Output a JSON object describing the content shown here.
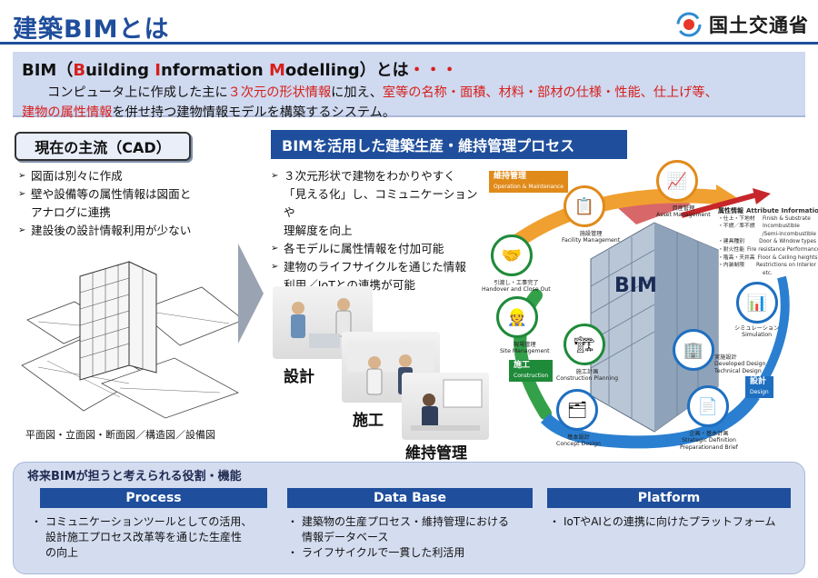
{
  "header": {
    "title": "建築BIMとは",
    "ministry": "国土交通省"
  },
  "definition": {
    "head_prefix": "BIM（",
    "b": "B",
    "uilding": "uilding ",
    "i": "I",
    "nformation": "nformation ",
    "m": "M",
    "odelling": "odelling",
    "head_suffix": "）とは",
    "dots": "・・・",
    "l1_a": "コンピュータ上に作成した主に",
    "l1_red1": "３次元の形状情報",
    "l1_b": "に加え、",
    "l1_red2": "室等の名称・面積、材料・部材の仕様・性能、仕上げ等、",
    "l2_red": "建物の属性情報",
    "l2_b": "を併せ持つ建物情報モデルを構築するシステム。"
  },
  "cad": {
    "title": "現在の主流（CAD）",
    "items": [
      "図面は別々に作成",
      "壁や設備等の属性情報は図面と",
      "アナログに連携",
      "建設後の設計情報利用が少ない"
    ],
    "caption": "平面図・立面図・断面図／構造図／設備図"
  },
  "process": {
    "title": "BIMを活用した建築生産・維持管理プロセス",
    "items": [
      "３次元形状で建物をわかりやすく",
      "「見える化」し、コミュニケーションや",
      "理解度を向上",
      "各モデルに属性情報を付加可能",
      "建物のライフサイクルを通じた情報",
      "利用／IoTとの連携が可能"
    ],
    "scenes": [
      "設計",
      "施工",
      "維持管理"
    ]
  },
  "diagram": {
    "center": "BIM",
    "tags": {
      "maintenance_jp": "維持管理",
      "maintenance_en": "Operation & Maintenance",
      "construction_jp": "施工",
      "construction_en": "Construction",
      "design_jp": "設計",
      "design_en": "Design"
    },
    "nodes": {
      "asset_jp": "資産管理",
      "asset_en": "Asset Management",
      "facility_jp": "施設管理",
      "facility_en": "Facility Management",
      "handover_jp": "引渡し・工事完了",
      "handover_en": "Handover and Close Out",
      "site_jp": "現場管理",
      "site_en": "Site Management",
      "cplan_jp": "施工計画",
      "cplan_en": "Construction Planning",
      "concept_jp": "基本設計",
      "concept_en": "Concept Design",
      "brief_jp": "企画・基本計画",
      "brief_en1": "Strategic Definition",
      "brief_en2": "Preparationand Brief",
      "dev_jp": "実施設計",
      "dev_en1": "Developed Design",
      "dev_en2": "Technical Design",
      "sim_jp": "シミュレーション",
      "sim_en": "Simulation"
    },
    "attributes": {
      "title_jp": "属性情報",
      "title_en": "Attribute Information",
      "rows": [
        {
          "jp": "・仕上・下地材",
          "en": "Finish & Substrate"
        },
        {
          "jp": "・不燃／準不燃",
          "en": "Incombustible"
        },
        {
          "jp": "",
          "en": "/Semi-incombustible"
        },
        {
          "jp": "・建具種別",
          "en": "Door & Window types"
        },
        {
          "jp": "・耐火性能",
          "en": "Fire resistance Performance"
        },
        {
          "jp": "・階高・天井高",
          "en": "Floor & Ceiling heights"
        },
        {
          "jp": "・内装制限",
          "en": "Restrictions on Interior"
        },
        {
          "jp": "",
          "en": "etc."
        }
      ]
    }
  },
  "future": {
    "title": "将来BIMが担うと考えられる役割・機能",
    "columns": [
      {
        "head": "Process",
        "items": [
          "コミュニケーションツールとしての活用、",
          "設計施工プロセス改革等を通じた生産性",
          "の向上"
        ]
      },
      {
        "head": "Data Base",
        "items": [
          "建築物の生産プロセス・維持管理における",
          "情報データベース",
          "ライフサイクルで一貫した利活用"
        ]
      },
      {
        "head": "Platform",
        "items": [
          "IoTやAIとの連携に向けたプラットフォーム"
        ]
      }
    ]
  },
  "colors": {
    "accent": "#1f4e9c",
    "red": "#d7201c",
    "green": "#1f8a3a",
    "orange": "#e08a1a"
  }
}
